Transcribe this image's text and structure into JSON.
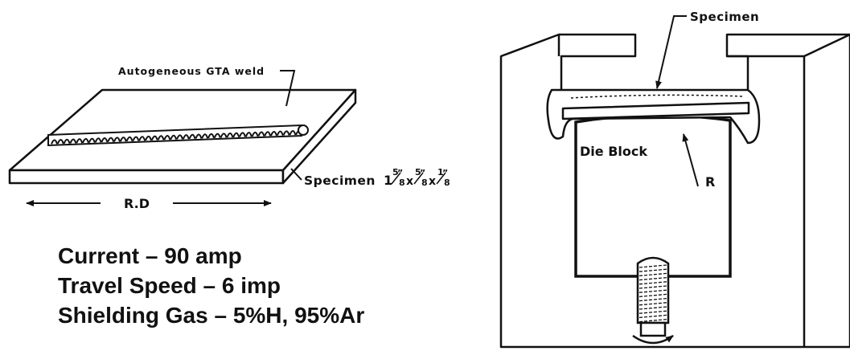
{
  "left_diagram": {
    "weld_label": "Autogeneous GTA weld",
    "specimen_label": "Specimen",
    "dimensions": {
      "whole": "1",
      "d1_num": "5",
      "d1_den": "8",
      "d2_num": "5",
      "d2_den": "8",
      "d3_num": "1",
      "d3_den": "8",
      "separator": "x",
      "inch_mark": "”"
    },
    "direction_label": "R.D"
  },
  "parameters": [
    "Current –  90 amp",
    "Travel Speed – 6 imp",
    "Shielding Gas – 5%H, 95%Ar"
  ],
  "right_diagram": {
    "specimen_label": "Specimen",
    "die_block_label": "Die Block",
    "radius_label": "R"
  }
}
